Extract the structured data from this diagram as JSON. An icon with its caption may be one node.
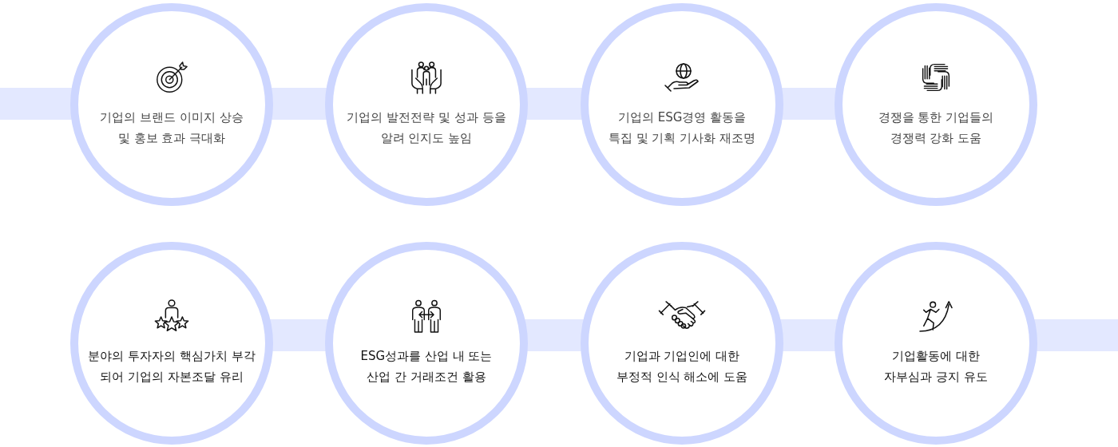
{
  "diagram": {
    "nodes": [
      {
        "text": [
          "기업의 브랜드 이미지 상승 및 홍보 효과 극대화"
        ]
      },
      {
        "text": [
          "기업의 발전전략 및 성과 등을 알려 인지도 높임"
        ]
      },
      {
        "text": [
          "기업의 ESG경영 활동을 특집 및 기획 기사화 재조명"
        ]
      },
      {
        "text": [
          "경쟁을 통한 기업들의 경쟁력 강화 도움"
        ]
      },
      {
        "text": [
          "분야의 투자자의 핵심가치 부각 되어 기업의 자본조달 유리"
        ]
      },
      {
        "text": [
          "ESG성과를 산업 내 또는 산업 간 거래조건 활용"
        ]
      },
      {
        "text": [
          "기업과 기업인에 대한 부정적 인식 해소에 도움"
        ]
      },
      {
        "text": [
          "기업활동에 대한 자부심과 긍지 유도"
        ]
      }
    ]
  }
}
